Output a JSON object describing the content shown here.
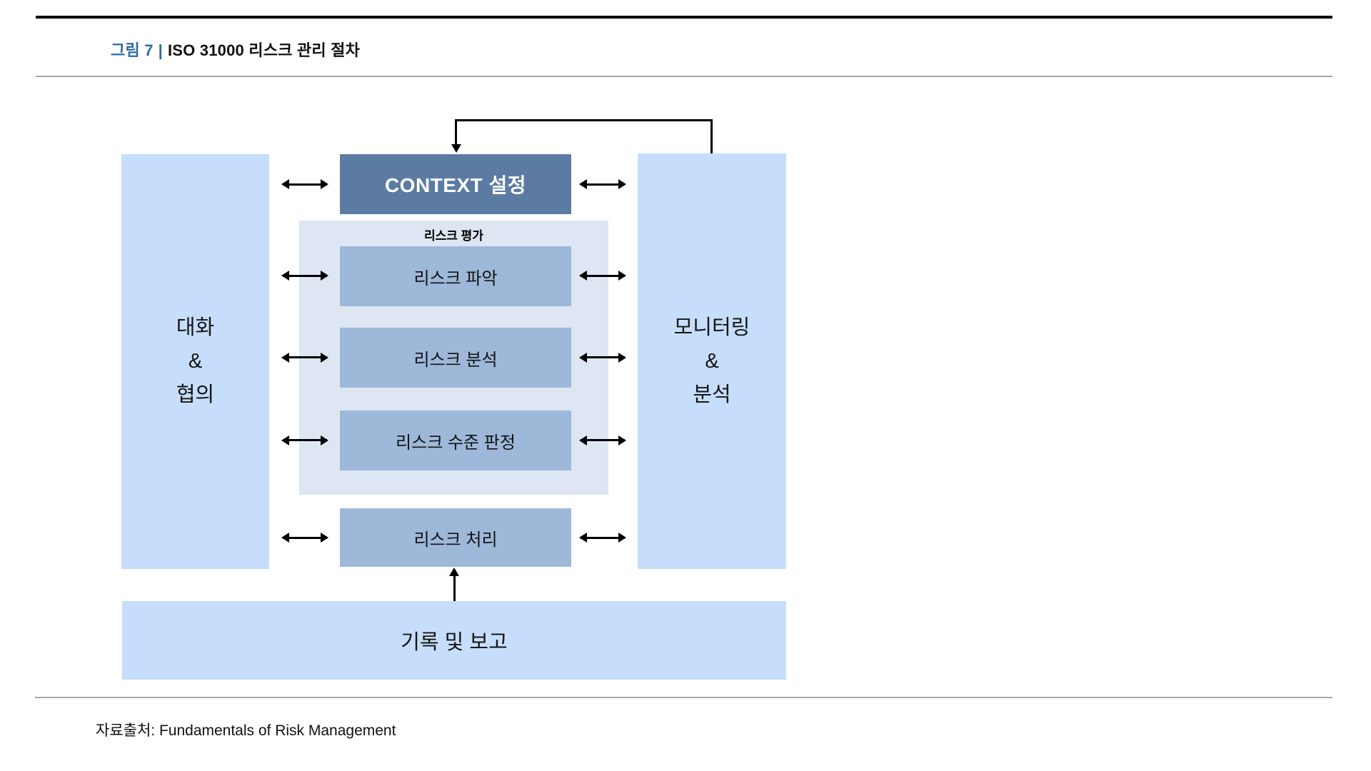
{
  "header": {
    "figure_label": "그림 7",
    "separator": "|",
    "title": "ISO 31000 리스크 관리 절차"
  },
  "diagram": {
    "left_box": {
      "lines": [
        "대화",
        "&",
        "협의"
      ]
    },
    "right_box": {
      "lines": [
        "모니터링",
        "&",
        "분석"
      ]
    },
    "context_box": {
      "label": "CONTEXT 설정"
    },
    "assessment": {
      "label": "리스크 평가",
      "steps": [
        {
          "label": "리스크 파악"
        },
        {
          "label": "리스크 분석"
        },
        {
          "label": "리스크 수준 판정"
        }
      ]
    },
    "treatment_box": {
      "label": "리스크 처리"
    },
    "record_box": {
      "label": "기록 및 보고"
    }
  },
  "footer": {
    "source": "자료출처: Fundamentals of Risk Management"
  },
  "colors": {
    "accent_blue": "#2d6ca5",
    "outer_box_blue": "#c6defb",
    "assessment_container_blue": "#dde6f2",
    "inner_box_blue": "#9db8d9",
    "context_box_blue": "#5b7ba3",
    "arrow_black": "#000000",
    "rule_gray": "#a9a9a9"
  }
}
